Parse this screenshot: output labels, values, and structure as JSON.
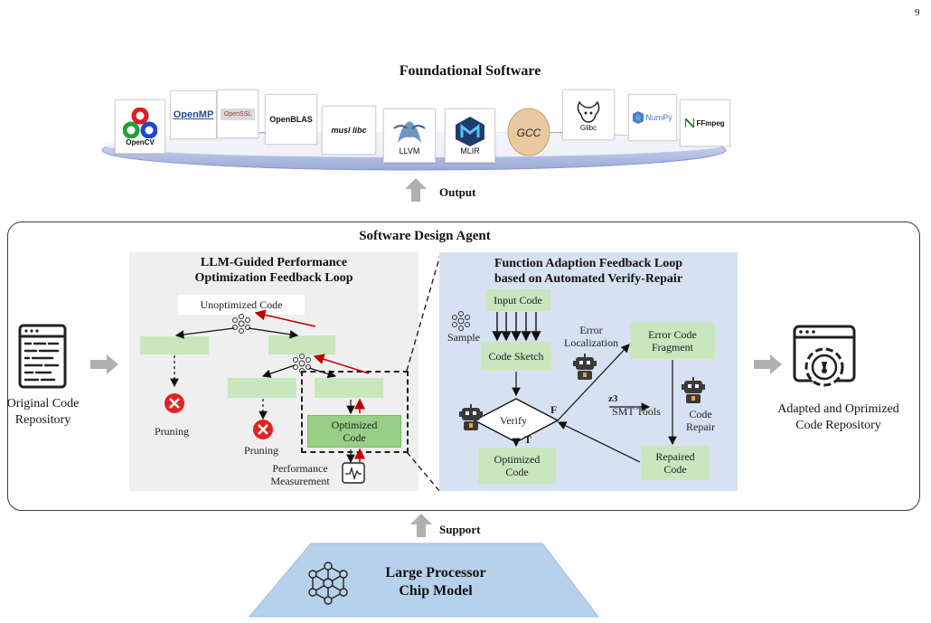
{
  "page_number": "9",
  "foundation": {
    "title": "Foundational Software",
    "logos": {
      "opencv": "OpenCV",
      "openmp": "OpenMP",
      "openssl": "OpenSSL",
      "openblas": "OpenBLAS",
      "musl": "musl libc",
      "llvm": "LLVM",
      "mlir": "MLIR",
      "gcc": "GCC",
      "glibc": "Glibc",
      "numpy": "NumPy",
      "ffmpeg": "FFmpeg"
    }
  },
  "output_label": "Output",
  "support_label": "Support",
  "agent": {
    "title": "Software Design Agent",
    "original_repo": "Original Code\nRepository",
    "adapted_repo": "Adapted and Oprimized\nCode Repository",
    "left_panel": {
      "title": "LLM-Guided Performance\nOptimization Feedback Loop",
      "unoptimized": "Unoptimized Code",
      "pruning_1": "Pruning",
      "pruning_2": "Pruning",
      "optimized": "Optimized\nCode",
      "performance": "Performance\nMeasurement"
    },
    "right_panel": {
      "title": "Function Adaption Feedback Loop\nbased on Automated Verify-Repair",
      "input_code": "Input Code",
      "sample": "Sample",
      "code_sketch": "Code Sketch",
      "error_localization": "Error\nLocalization",
      "error_fragment": "Error Code\nFragment",
      "verify": "Verify",
      "f_label": "F",
      "t_label": "T",
      "z3": "z3",
      "smt_tools": "SMT Tools",
      "code_repair": "Code\nRepair",
      "optimized": "Optimized\nCode",
      "repaired": "Repaired\nCode"
    }
  },
  "chip": {
    "label": "Large Processor\nChip Model"
  },
  "colors": {
    "left_panel_bg": "#efefef",
    "right_panel_bg": "#d6e2f1",
    "node_light": "#c9e6bf",
    "node_dark": "#98cf86",
    "chip_bg": "#b7d1ea",
    "feedback_arrow": "#c00000",
    "gray_arrow": "#b0b0b0",
    "pruning_red": "#e02424"
  }
}
